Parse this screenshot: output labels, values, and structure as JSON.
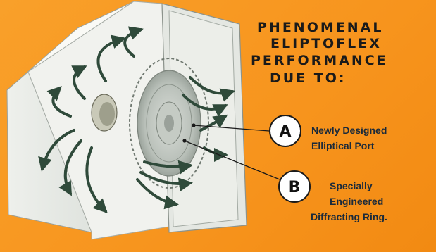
{
  "heading": {
    "line1": "PHENOMENAL",
    "line2": "ELIPTOFLEX",
    "line3": "PERFORMANCE",
    "line4": "DUE TO:"
  },
  "callouts": [
    {
      "letter": "A",
      "line1": "Newly Designed",
      "line2": "Elliptical  Port"
    },
    {
      "letter": "B",
      "line1": "Specially",
      "line2": "Engineered",
      "line3": "Diffracting Ring."
    }
  ],
  "colors": {
    "background": "#f7941d",
    "cabinet": "#f4f4f0",
    "arrows": "#2f4a3a",
    "text": "#1a1a1a"
  },
  "icons": [
    "airflow-arrow-icon",
    "speaker-cone-icon"
  ]
}
